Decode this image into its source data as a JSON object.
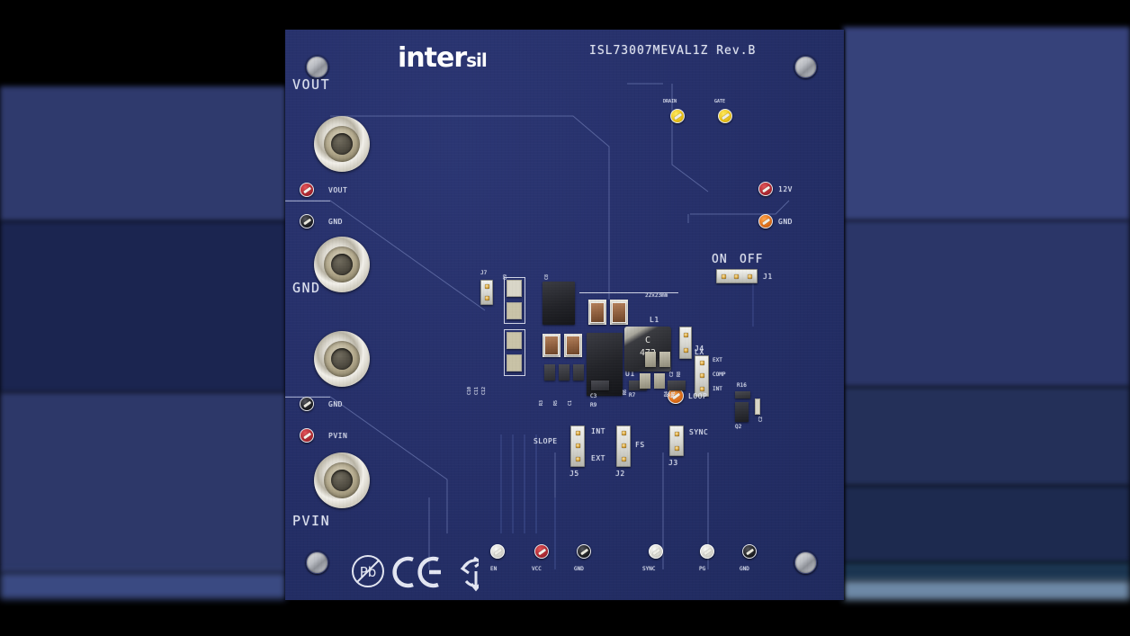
{
  "board": {
    "brand": "inter",
    "brand_suffix": "sil",
    "part_number": "ISL73007MEVAL1Z Rev.B",
    "soldermask_color": "#26306b",
    "silkscreen_color": "#dfe3f0",
    "dimension_note": "22x23mm"
  },
  "banana_jacks": [
    {
      "id": "jack-vout",
      "label": "VOUT"
    },
    {
      "id": "jack-gnd-upper",
      "label": "GND"
    },
    {
      "id": "jack-gnd-lower",
      "label": ""
    },
    {
      "id": "jack-pvin",
      "label": "PVIN"
    }
  ],
  "left_testpoints": [
    {
      "label": "VOUT",
      "color": "red"
    },
    {
      "label": "GND",
      "color": "black"
    },
    {
      "label": "GND",
      "color": "black"
    },
    {
      "label": "PVIN",
      "color": "red"
    }
  ],
  "top_testpoints": [
    {
      "label": "DRAIN",
      "color": "yellow"
    },
    {
      "label": "GATE",
      "color": "yellow"
    }
  ],
  "right_testpoints": [
    {
      "label": "12V",
      "color": "red"
    },
    {
      "label": "GND",
      "color": "orange"
    }
  ],
  "loop_testpoint": {
    "label": "LOOP",
    "color": "orange"
  },
  "bottom_testpoints": [
    {
      "label": "EN",
      "color": "white"
    },
    {
      "label": "VCC",
      "color": "red"
    },
    {
      "label": "GND",
      "color": "black"
    },
    {
      "label": "SYNC",
      "color": "white"
    },
    {
      "label": "PG",
      "color": "white"
    },
    {
      "label": "GND",
      "color": "black"
    }
  ],
  "headers": [
    {
      "id": "J1",
      "designator": "J1",
      "orientation": "horizontal",
      "pins": 3,
      "labels_top": [
        "ON",
        "OFF"
      ]
    },
    {
      "id": "J4",
      "designator": "J4",
      "orientation": "vertical",
      "pins": 3,
      "labels_right": [
        "EXT",
        "COMP",
        "INT"
      ]
    },
    {
      "id": "J5",
      "designator": "J5",
      "orientation": "vertical",
      "pins": 3,
      "label_left": "SLOPE",
      "labels_right": [
        "INT",
        "",
        "EXT"
      ]
    },
    {
      "id": "J2",
      "designator": "J2",
      "orientation": "vertical",
      "pins": 3,
      "labels_right": [
        "",
        "FS",
        ""
      ]
    },
    {
      "id": "J3",
      "designator": "J3",
      "orientation": "vertical",
      "pins": 2,
      "labels_right": [
        "SYNC"
      ]
    },
    {
      "id": "J7",
      "designator": "J7",
      "orientation": "vertical",
      "pins": 2,
      "labels_right": []
    },
    {
      "id": "LX",
      "designator": "LX",
      "orientation": "vertical",
      "pins": 2,
      "labels_right": []
    }
  ],
  "component_designators": {
    "u1": "U1",
    "l1": "L1",
    "l1_marking_top": "C",
    "l1_marking_bottom": "472",
    "c8": "C8",
    "c9": "C9",
    "c10": "C10",
    "c11": "C11",
    "c12": "C12",
    "c7": "C7",
    "c6": "C6",
    "c5": "C5",
    "c4": "C4",
    "c3": "C3",
    "c2": "C2",
    "c1": "C1",
    "r2": "R2",
    "r3": "R3",
    "r4": "R4",
    "r5": "R5",
    "r6": "R6",
    "r7": "R7",
    "r8": "R8",
    "r9": "R9",
    "r1": "R1",
    "r16": "R16",
    "q2": "Q2",
    "lx": "LX"
  },
  "compliance_marks": [
    {
      "name": "pb-free-icon",
      "label": "Pb"
    },
    {
      "name": "ce-mark-icon",
      "label": "CE"
    },
    {
      "name": "weee-recycle-icon",
      "label": ""
    }
  ]
}
